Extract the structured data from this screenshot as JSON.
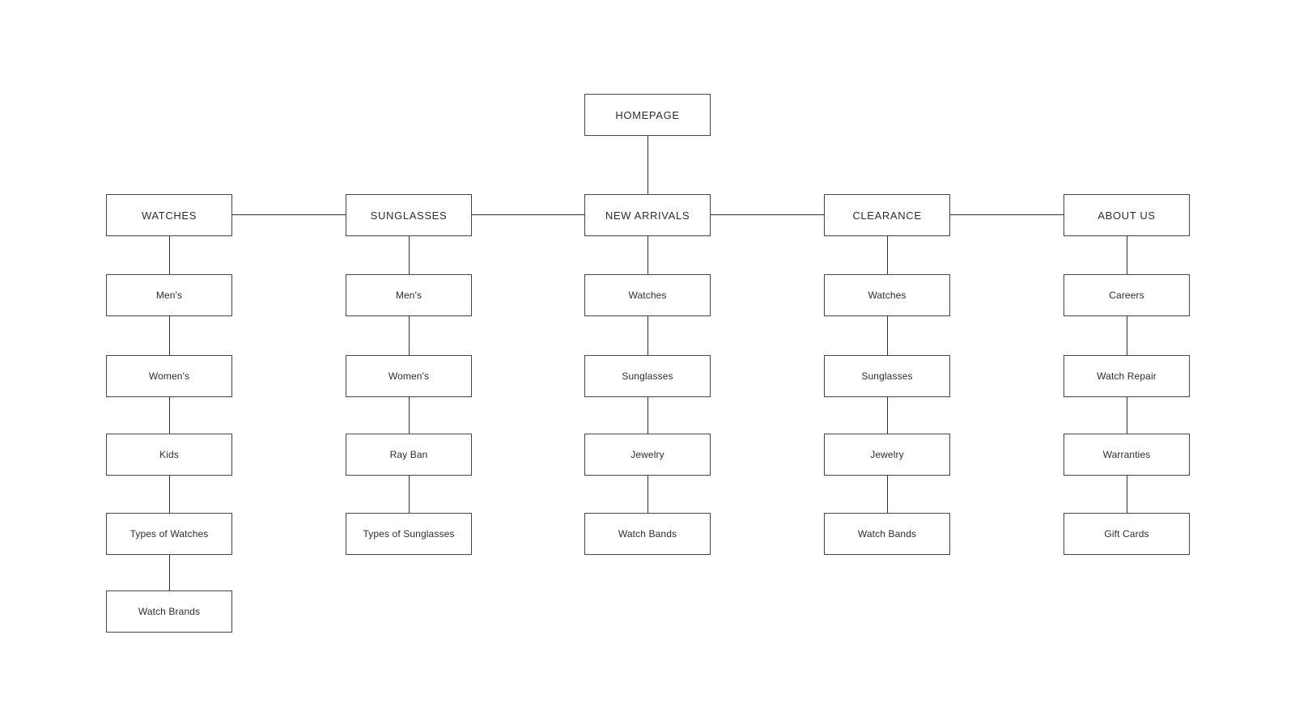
{
  "sitemap": {
    "title": "HOMEPAGE",
    "homepage": {
      "label": "HOMEPAGE"
    },
    "columns": [
      {
        "root": {
          "label": "WATCHES"
        },
        "children": [
          {
            "label": "Men's"
          },
          {
            "label": "Women's"
          },
          {
            "label": "Kids"
          },
          {
            "label": "Types of Watches"
          },
          {
            "label": "Watch Brands"
          }
        ]
      },
      {
        "root": {
          "label": "SUNGLASSES"
        },
        "children": [
          {
            "label": "Men's"
          },
          {
            "label": "Women's"
          },
          {
            "label": "Ray Ban"
          },
          {
            "label": "Types of Sunglasses"
          }
        ]
      },
      {
        "root": {
          "label": "NEW ARRIVALS"
        },
        "children": [
          {
            "label": "Watches"
          },
          {
            "label": "Sunglasses"
          },
          {
            "label": "Jewelry"
          },
          {
            "label": "Watch Bands"
          }
        ]
      },
      {
        "root": {
          "label": "CLEARANCE"
        },
        "children": [
          {
            "label": "Watches"
          },
          {
            "label": "Sunglasses"
          },
          {
            "label": "Jewelry"
          },
          {
            "label": "Watch Bands"
          }
        ]
      },
      {
        "root": {
          "label": "ABOUT US"
        },
        "children": [
          {
            "label": "Careers"
          },
          {
            "label": "Watch Repair"
          },
          {
            "label": "Warranties"
          },
          {
            "label": "Gift Cards"
          }
        ]
      }
    ],
    "colors": {
      "background": "#ffffff",
      "node_fill": "#ffffff",
      "node_border": "#474747",
      "connector": "#2f2f2f",
      "text": "#2d2d2d"
    }
  }
}
